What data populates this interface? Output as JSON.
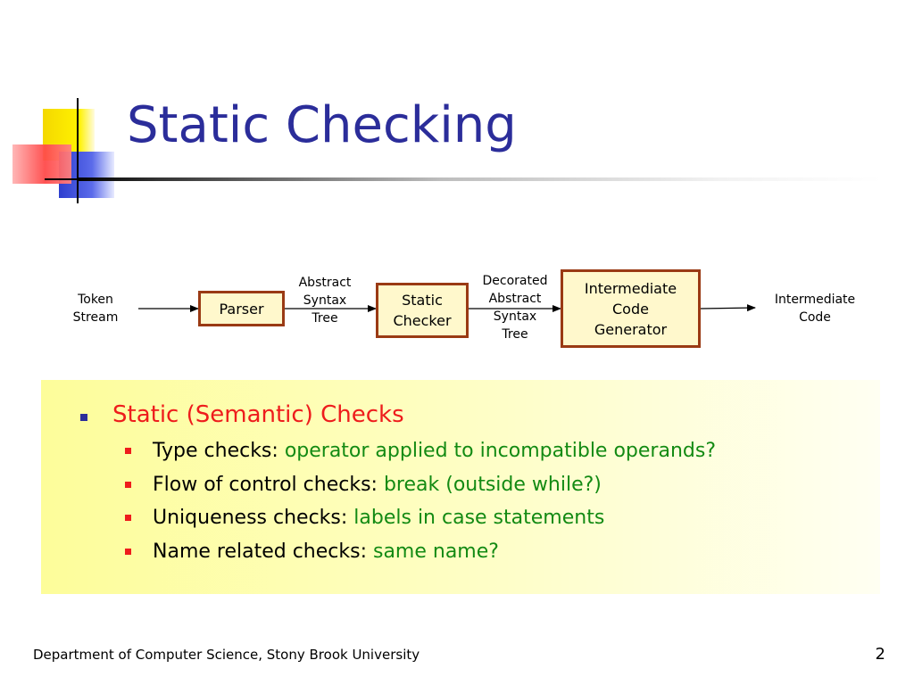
{
  "slide": {
    "title": "Static Checking",
    "footer": "Department of Computer Science, Stony Brook University",
    "page_number": "2"
  },
  "diagram": {
    "labels": {
      "token_stream": "Token\nStream",
      "ast": "Abstract\nSyntax\nTree",
      "decorated_ast": "Decorated\nAbstract\nSyntax\nTree",
      "intermediate_code": "Intermediate\nCode"
    },
    "boxes": {
      "parser": "Parser",
      "static_checker": "Static\nChecker",
      "icg": "Intermediate\nCode\nGenerator"
    }
  },
  "content": {
    "heading": "Static (Semantic) Checks",
    "items": [
      {
        "lead": "Type checks: ",
        "detail": "operator applied to incompatible operands?"
      },
      {
        "lead": "Flow of control checks: ",
        "detail": "break (outside while?)"
      },
      {
        "lead": "Uniqueness checks: ",
        "detail": "labels in case statements"
      },
      {
        "lead": "Name related checks: ",
        "detail": "same name?"
      }
    ]
  },
  "colors": {
    "title": "#2b2d9a",
    "heading": "#ee1c1c",
    "detail": "#138a13",
    "box_fill": "#fff8cc",
    "box_border": "#9a3a14"
  }
}
